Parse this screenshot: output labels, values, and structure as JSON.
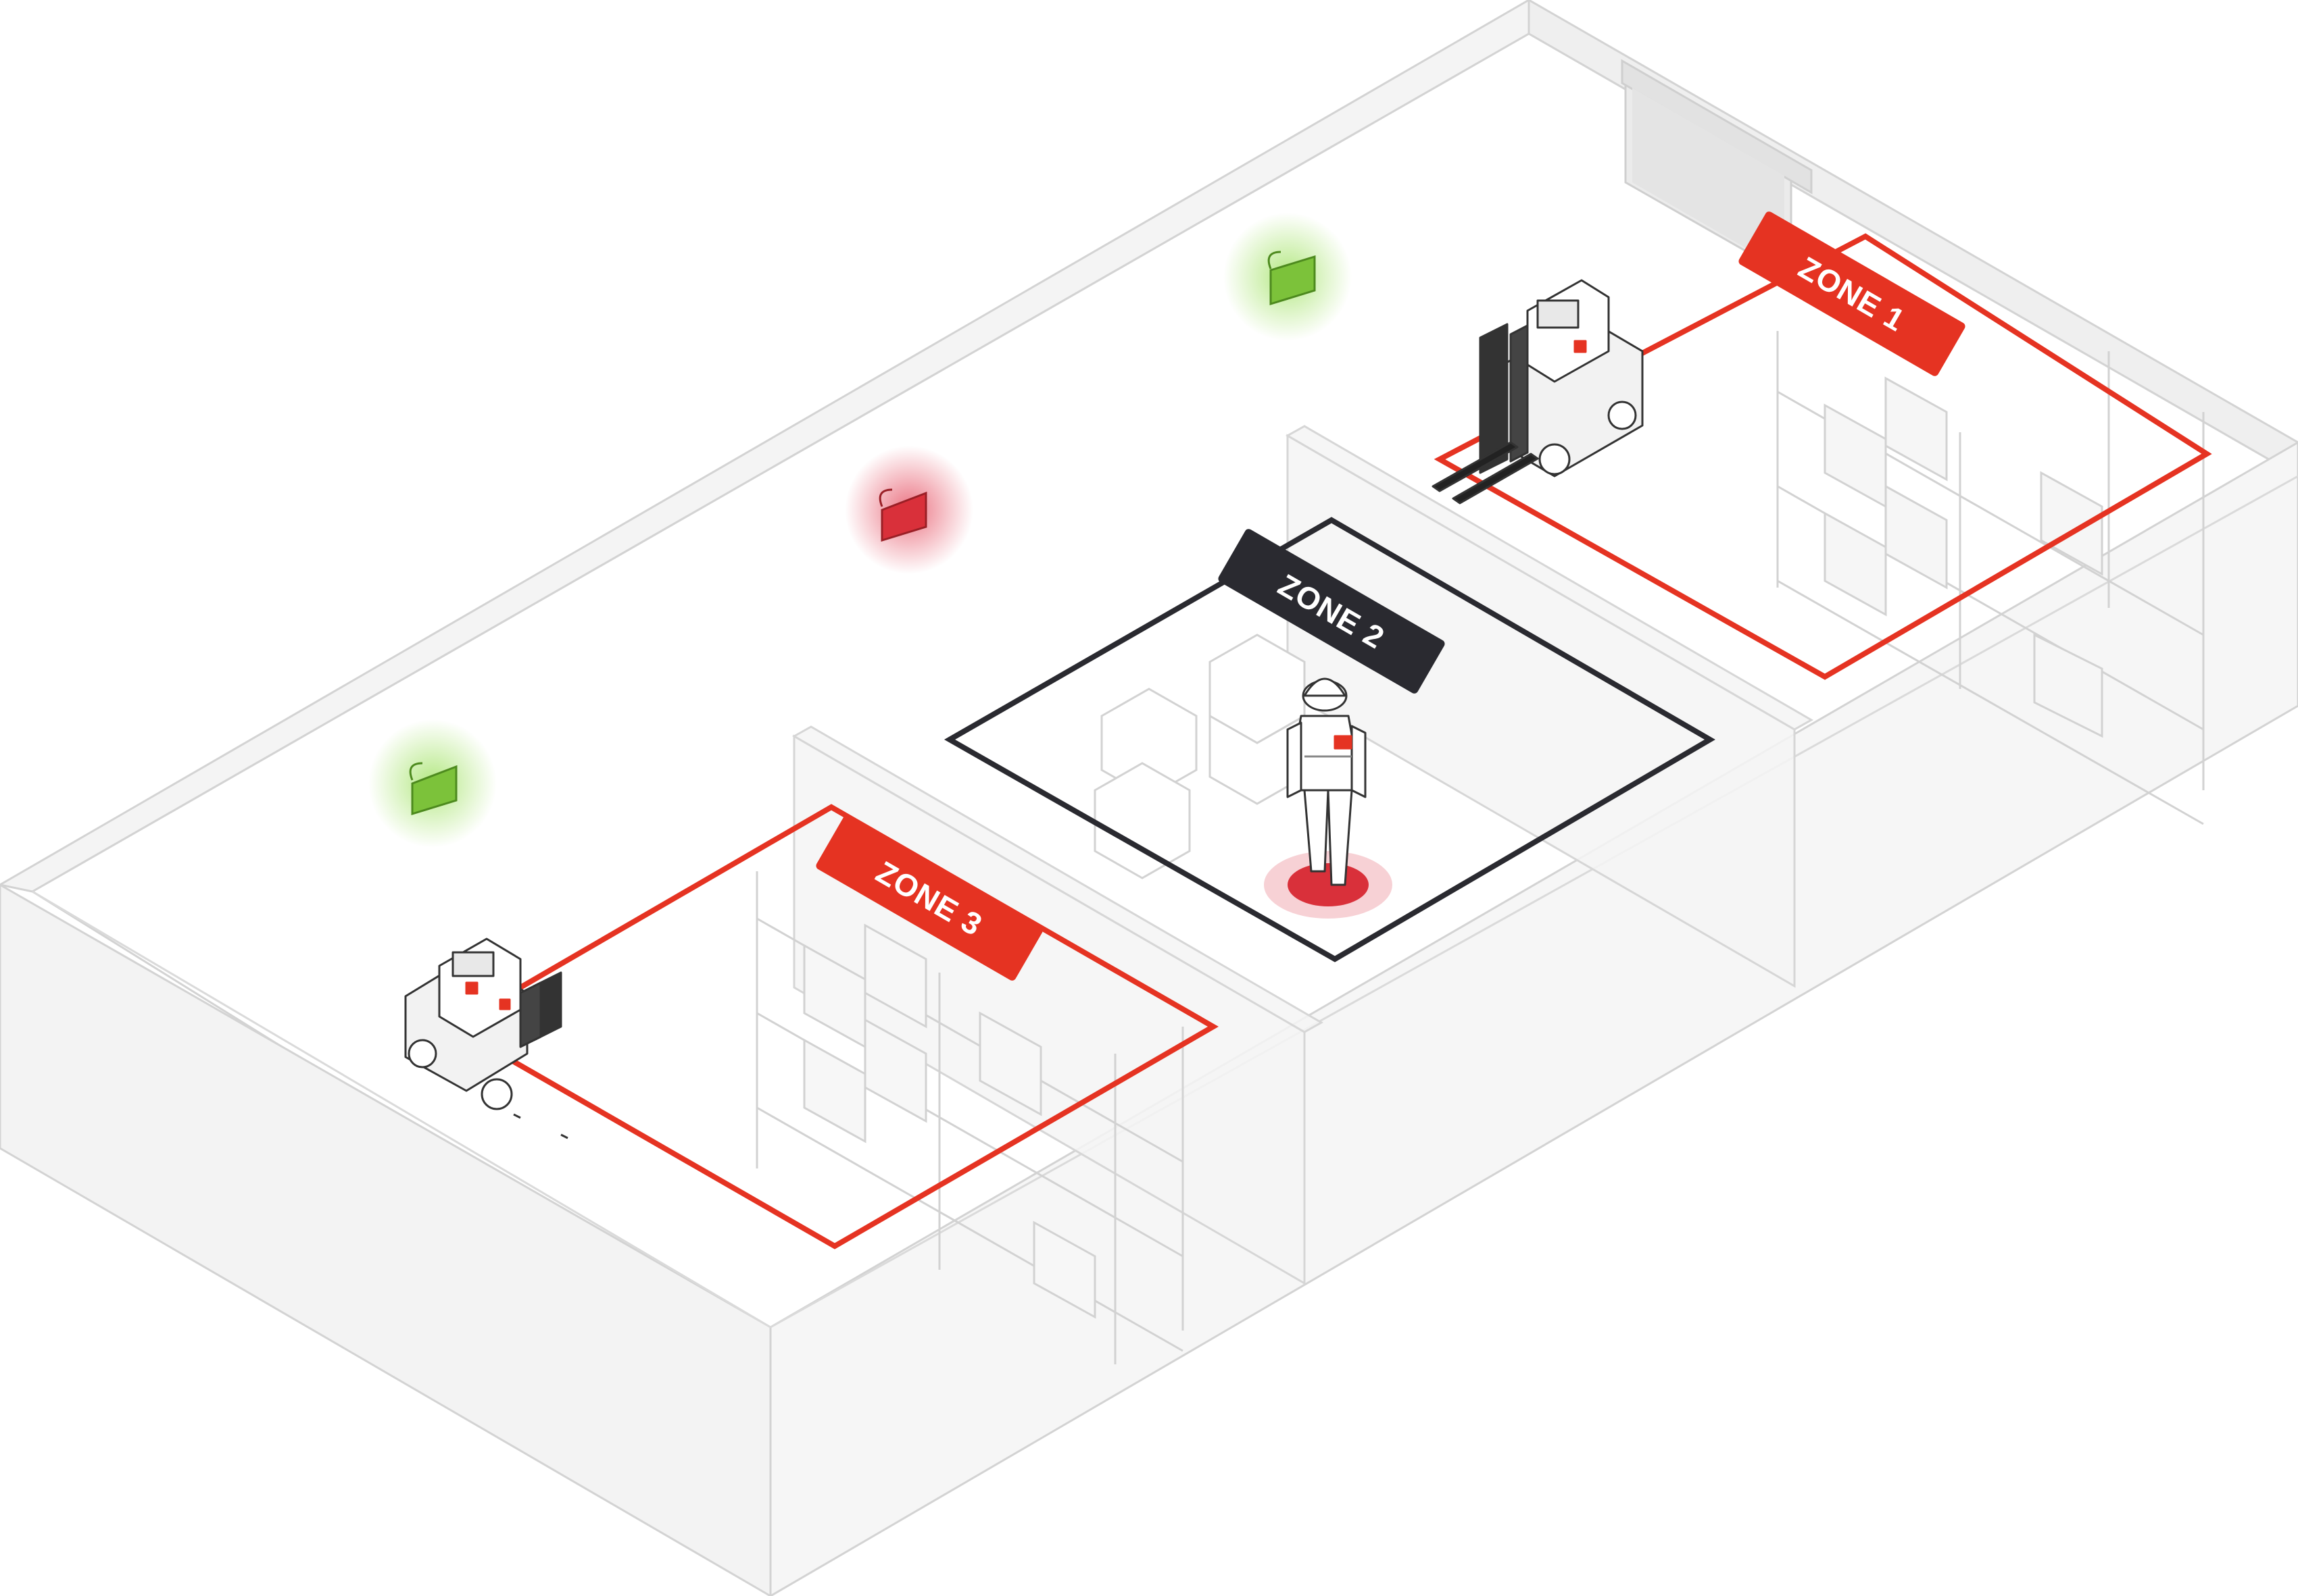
{
  "zones": [
    {
      "id": "zone-1",
      "label": "ZONE 1",
      "status": "alert",
      "badge_color": "#e53322",
      "outline_color": "#e53322"
    },
    {
      "id": "zone-2",
      "label": "ZONE 2",
      "status": "occupied",
      "badge_color": "#2a2a30",
      "outline_color": "#2a2a30"
    },
    {
      "id": "zone-3",
      "label": "ZONE 3",
      "status": "alert",
      "badge_color": "#e53322",
      "outline_color": "#e53322"
    }
  ],
  "beacons": [
    {
      "id": "beacon-left",
      "state": "green",
      "color": "#7cc23a"
    },
    {
      "id": "beacon-middle",
      "state": "red",
      "color": "#d9303a"
    },
    {
      "id": "beacon-right",
      "state": "green",
      "color": "#7cc23a"
    }
  ],
  "colors": {
    "wall": "#f2f2f2",
    "wall_stroke": "#d2d2d2",
    "floor": "#ffffff",
    "alert": "#e53322",
    "dark": "#2a2a30"
  },
  "icons": [
    "forklift-icon",
    "worker-icon",
    "shelving-icon",
    "warning-beacon-icon",
    "roller-door-icon"
  ]
}
